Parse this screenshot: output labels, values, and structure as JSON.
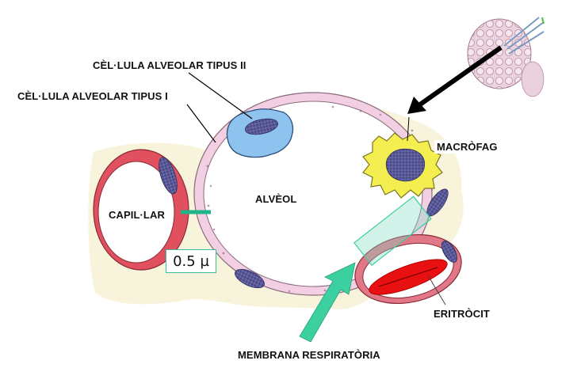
{
  "title": "Alveol i membrana respiratòria",
  "labels": {
    "type2_cell": "CÈL·LULA ALVEOLAR TIPUS II",
    "type1_cell": "CÈL·LULA ALVEOLAR TIPUS I",
    "macrophage": "MACRÒFAG",
    "alveolus": "ALVÈOL",
    "capillary": "CAPIL·LAR",
    "scale": "0.5 µ",
    "erythrocyte": "ERITRÒCIT",
    "respiratory_membrane": "MEMBRANA RESPIRATÒRIA"
  },
  "colors": {
    "membrane_pink": "#f2cfe3",
    "capillary_red": "#e0505f",
    "type2_blue": "#8fc3ef",
    "macrophage_yellow": "#f5ee50",
    "nucleus_purple": "#4f4f8f",
    "erythrocyte_red": "#e81010",
    "interstitium_cream": "#f8f4dc",
    "highlight_teal": "#3ccf9f",
    "arrow_black": "#000000"
  }
}
